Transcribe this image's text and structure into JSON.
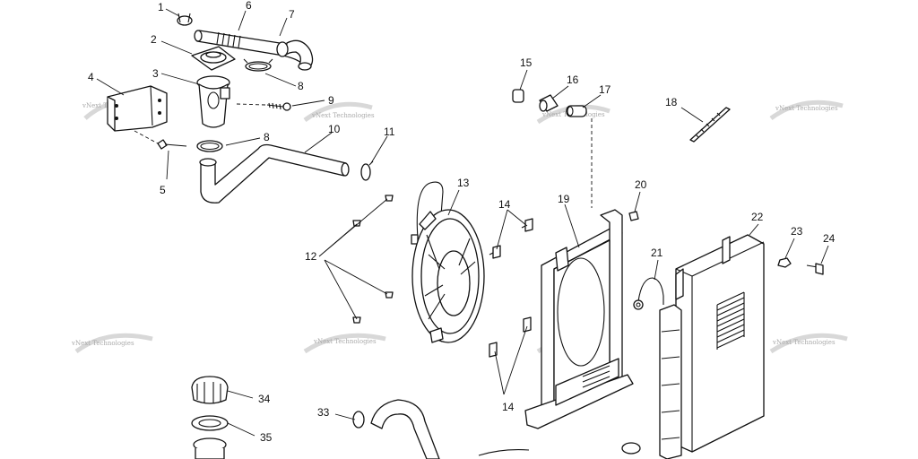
{
  "callouts": {
    "c1": "1",
    "c2": "2",
    "c3": "3",
    "c4": "4",
    "c5": "5",
    "c6": "6",
    "c7": "7",
    "c8a": "8",
    "c8b": "8",
    "c9": "9",
    "c10": "10",
    "c11": "11",
    "c12": "12",
    "c13": "13",
    "c14a": "14",
    "c14b": "14",
    "c15": "15",
    "c16": "16",
    "c17": "17",
    "c18": "18",
    "c19": "19",
    "c20": "20",
    "c21": "21",
    "c22": "22",
    "c23": "23",
    "c24": "24",
    "c33": "33",
    "c34": "34",
    "c35": "35"
  },
  "watermark": "vNext Technologies"
}
